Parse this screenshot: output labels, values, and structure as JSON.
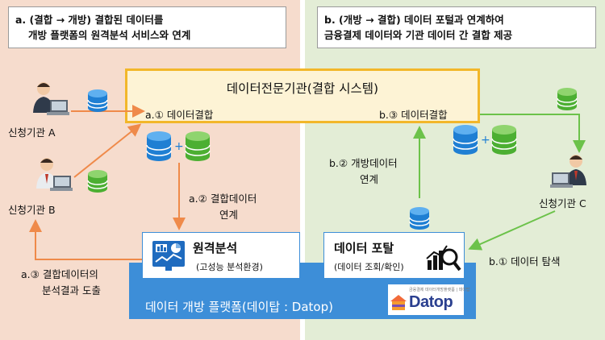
{
  "note_a": {
    "line1": "a. (결합 → 개방) 결합된 데이터를",
    "line2": "개방 플랫폼의 원격분석 서비스와 연계"
  },
  "note_b": {
    "line1": "b. (개방 → 결합) 데이터 포털과 연계하여",
    "line2": "금융결제 데이터와 기관 데이터 간 결합 제공"
  },
  "combo": {
    "title": "데이터전문기관(결합 시스템)",
    "step_a1": "a.① 데이터결합",
    "step_b3": "b.③ 데이터결합"
  },
  "agencies": {
    "a": "신청기관 A",
    "b": "신청기관 B",
    "c": "신청기관 C"
  },
  "steps": {
    "a2_line1": "a.② 결합데이터",
    "a2_line2": "연계",
    "a3_line1": "a.③ 결합데이터의",
    "a3_line2": "분석결과 도출",
    "b2_line1": "b.② 개방데이터",
    "b2_line2": "연계",
    "b1": "b.① 데이터 탐색"
  },
  "analysis": {
    "title": "원격분석",
    "sub": "(고성능 분석환경)"
  },
  "portal": {
    "title": "데이터 포탈",
    "sub": "(데이터 조회/확인)"
  },
  "platform": {
    "title": "데이터 개방 플랫폼(데이탑 : Datop)",
    "logo_small": "금융결제 데이터개방플랫폼 | 데이탑",
    "logo": "Datop"
  },
  "colors": {
    "left_bg": "#f6dccd",
    "right_bg": "#e3edd6",
    "orange_arrow": "#ef8a4a",
    "green_arrow": "#6cc24a",
    "platform": "#3d8ed8",
    "combo_border": "#f2b72a"
  }
}
